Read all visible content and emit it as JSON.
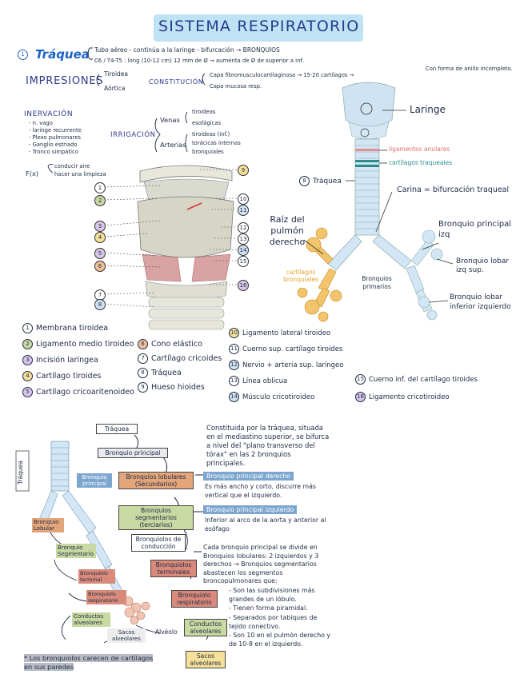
{
  "title": "SISTEMA RESPIRATORIO",
  "trachea_header": {
    "num": "1",
    "label": "Tráquea"
  },
  "trachea_desc": {
    "line1": "Tubo aéreo - continúa a la laringe - bifurcación → BRONQUIOS",
    "line2": "C6 / T4-T5 : long (10-12 cm) 12 mm de Ø → aumenta de Ø de superior a inf."
  },
  "impresiones": {
    "label": "IMPRESIONES",
    "items": [
      "Tiroidea",
      "Aórtica"
    ]
  },
  "constitucion": {
    "label": "CONSTITUCIÓN",
    "items": [
      "Capa fibromusculocartilaginosa → 15-20 cartílagos →",
      "Capa mucosa resp."
    ],
    "note": "Con forma de anillo incompleto."
  },
  "inervacion": {
    "label": "INERVACIÓN",
    "items": [
      "- n. vago",
      "- laringe recurrente",
      "- Plexo pulmonares",
      "- Ganglio estriado",
      "- Tronco simpático"
    ]
  },
  "irrigacion": {
    "label": "IRRIGACIÓN",
    "venas": {
      "label": "Venas",
      "items": [
        "tiroideas",
        "esofágicas"
      ]
    },
    "arterias": {
      "label": "Arterias",
      "items": [
        "tiroideas (inf.)",
        "torácicas internas",
        "bronquiales"
      ]
    }
  },
  "funcion": {
    "label": "F(x)",
    "items": [
      "conducir aire",
      "hacer una limpieza"
    ]
  },
  "larynx_numbers_left": [
    "1",
    "2",
    "3",
    "4",
    "5",
    "6",
    "7",
    "8"
  ],
  "larynx_numbers_right": [
    "9",
    "10",
    "11",
    "12",
    "13",
    "14",
    "15",
    "16"
  ],
  "legend_col1": [
    {
      "n": "1",
      "t": "Membrana tiroidea"
    },
    {
      "n": "2",
      "t": "Ligamento medio tiroideo"
    },
    {
      "n": "3",
      "t": "Incisión laríngea"
    },
    {
      "n": "4",
      "t": "Cartílago tiroides"
    },
    {
      "n": "5",
      "t": "Cartílago cricoaritenoideo"
    }
  ],
  "legend_col2": [
    {
      "n": "6",
      "t": "Cono elástico"
    },
    {
      "n": "7",
      "t": "Cartílago cricoides"
    },
    {
      "n": "8",
      "t": "Tráquea"
    },
    {
      "n": "9",
      "t": "Hueso hioides"
    }
  ],
  "legend_col3": [
    {
      "n": "10",
      "t": "Ligamento lateral tiroideo"
    },
    {
      "n": "11",
      "t": "Cuerno sup. cartílago tiroides"
    },
    {
      "n": "12",
      "t": "Nervio + arteria sup. laríngeo"
    },
    {
      "n": "13",
      "t": "Línea oblicua"
    },
    {
      "n": "14",
      "t": "Músculo cricotiroideo"
    }
  ],
  "legend_col4": [
    {
      "n": "15",
      "t": "Cuerno inf. del cartílago tiroides"
    },
    {
      "n": "16",
      "t": "Ligamento cricotiroideo"
    }
  ],
  "bronchi_diagram": {
    "laringe": "Laringe",
    "ligamentos": "ligamentos anulares",
    "cartilagos": "cartílagos traqueales",
    "traquea": "Tráquea",
    "traquea_num": "8",
    "carina": "Carina = bifurcación traqueal",
    "raiz": "Raíz del pulmón derecho",
    "bronquio_principal": "Bronquio principal izq",
    "cart_bronquiales": "cartílagos bronquiales",
    "bronquios_primarios": "Bronquios primarios",
    "lobar_sup": "Bronquio lobar izq sup.",
    "lobar_inf": "Bronquio lobar inferior izquierdo"
  },
  "flow": {
    "traquea": "Tráquea",
    "principal": "Bronquio principal",
    "lobulares": "Bronquios lobulares (Secundarios)",
    "segmentarios": "Bronquios segmentarios (terciarios)",
    "bronquiolos_cond": "Bronquiolos de conducción",
    "bronquiolos_term": "Bronquiolos terminales",
    "bronquiolo_resp": "Bronquiolo respiratorio",
    "conductos": "Conductos alveolares",
    "sacos": "Sacos alveolares"
  },
  "mini": {
    "traquea": "Tráquea",
    "bronquio_principal": "Bronquio principal",
    "bronquio_lobular": "Bronquio Lobular",
    "bronquio_segmentario": "Bronquio Segmentario",
    "bronquiolo_terminal": "Bronquiolo terminal",
    "bronquiolo_resp": "Bronquiolo respiratorio",
    "conductos": "Conductos alveolares",
    "sacos": "Sacos alveolares",
    "alveolo": "Alvéolo"
  },
  "para1": "Constituida por la tráquea, situada en el mediastino superior, se bifurca a nivel del \"plano transverso del tórax\" en las 2 bronquios principales.",
  "derecho_tag": "Bronquio principal derecho",
  "derecho_text": "Es más ancho y corto, discurre más vertical que el izquierdo.",
  "izquierdo_tag": "Bronquio principal izquierdo",
  "izquierdo_text": "Inferior al arco de la aorta y anterior al esófago",
  "para2": "Cada bronquio principal se divide en Bronquios lobulares: 2 izquierdos y 3 derechos → Bronquios segmentarios abastecen los segmentos broncopulmonares que:",
  "bullets": [
    "- Son las subdivisiones más grandes de un lóbulo.",
    "- Tienen forma piramidal.",
    "- Separados por tabiques de tejido conectivo.",
    "- Son 10 en el pulmón derecho y de 10-8 en el izquierdo."
  ],
  "footnote": "* Los bronquiolos carecen de cartílagos en sus paredes",
  "colors": {
    "title_band": "#bfe3f5",
    "accent_blue": "#1b63c4",
    "orange_box": "#e3a57a",
    "green_box": "#c9d9a2",
    "blue_tag": "#7da6cf",
    "red_box": "#d98a7a",
    "teal": "#2c8c8c",
    "cartilage_orange": "#e8a232"
  }
}
